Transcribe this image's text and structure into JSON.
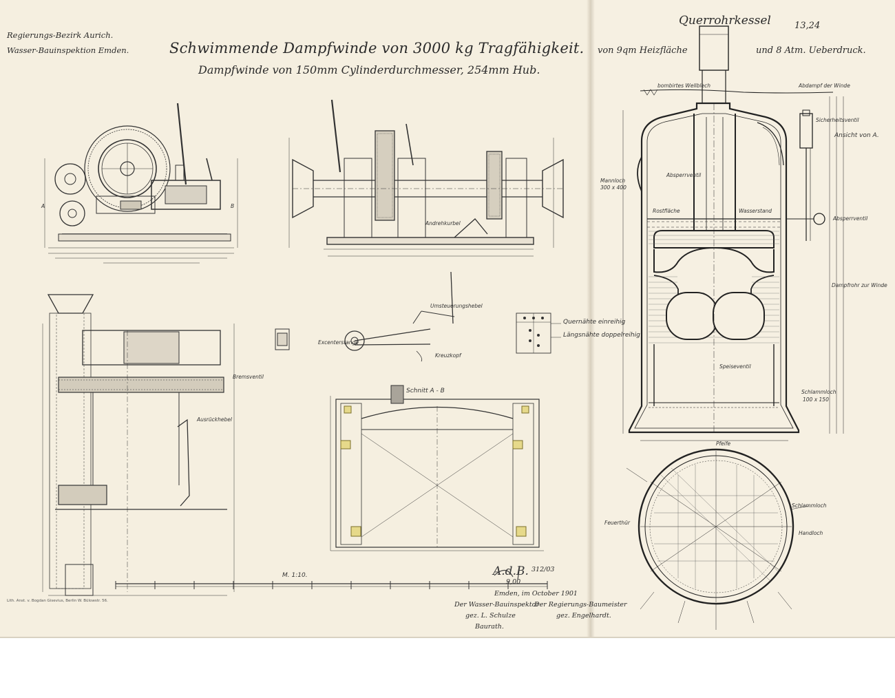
{
  "header": {
    "district": "Regierungs-Bezirk Aurich.",
    "inspection": "Wasser-Bauinspektion Emden."
  },
  "title": {
    "main": "Schwimmende Dampfwinde von 3000 kg Tragfähigkeit.",
    "sub": "Dampfwinde von 150mm Cylinderdurchmesser, 254mm Hub.",
    "right_a": "von 9qm Heizfläche",
    "right_b": "und 8 Atm. Ueberdruck."
  },
  "boiler": {
    "title": "Querrohrkessel",
    "sheet_no": "13,24",
    "labels": {
      "roof": "bombirtes Wellblech",
      "exhaust": "Abdampf der Winde",
      "safety_valve": "Sicherheitsventil",
      "view": "Ansicht von A.",
      "manhole": "Mannloch",
      "manhole_size": "300 x 400",
      "shutoff_valve": "Absperrventil",
      "feed_valve": "Absperrventil",
      "water_level": "Wasserstand",
      "grate": "Rostfläche",
      "steam_pipe": "Dampfrohr zur Winde",
      "feed": "Speiseventil",
      "mudhole": "Schlammloch",
      "mudhole_size": "100 x 150",
      "whistle": "Pfeife",
      "firedoor": "Feuerthür",
      "handhole": "Handloch"
    }
  },
  "winch_labels": {
    "crank": "Andrehkurbel",
    "brake": "Bremsventil",
    "lever": "Ausrückhebel",
    "section": "Schnitt A - B",
    "rivet_single": "Quernähte einreihig",
    "rivet_double": "Längsnähte doppelreihig",
    "eccentric": "Excenterstange",
    "crosshead": "Kreuzkopf",
    "reverse": "Umsteuerungshebel",
    "label_a": "A",
    "label_b": "B"
  },
  "scale": {
    "label": "M. 1:10."
  },
  "signatures": {
    "place_date": "Emden, im October 1901",
    "left_role": "Der Wasser-Bauinspektor",
    "left_name": "gez. L. Schulze",
    "left_title": "Baurath.",
    "right_role": "Der Regierungs-Baumeister",
    "right_name": "gez. Engelhardt."
  },
  "stamp": {
    "initials": "A.d.B.",
    "number": "312/03",
    "sub": "9,00"
  },
  "printer": "Lith. Anst. v. Bogdan Gisevius, Berlin W. Bülowstr. 56."
}
